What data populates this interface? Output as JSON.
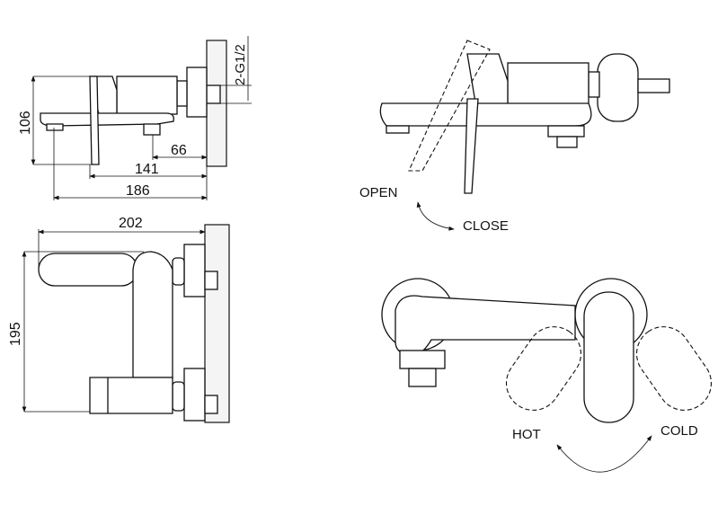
{
  "side_view": {
    "dim_height": "106",
    "dim_inlet": "66",
    "dim_lever": "141",
    "dim_spout": "186",
    "thread": "2-G1/2"
  },
  "top_view": {
    "dim_width": "202",
    "dim_depth": "195"
  },
  "lever_view": {
    "open_label": "OPEN",
    "close_label": "CLOSE"
  },
  "front_view": {
    "hot_label": "HOT",
    "cold_label": "COLD"
  }
}
